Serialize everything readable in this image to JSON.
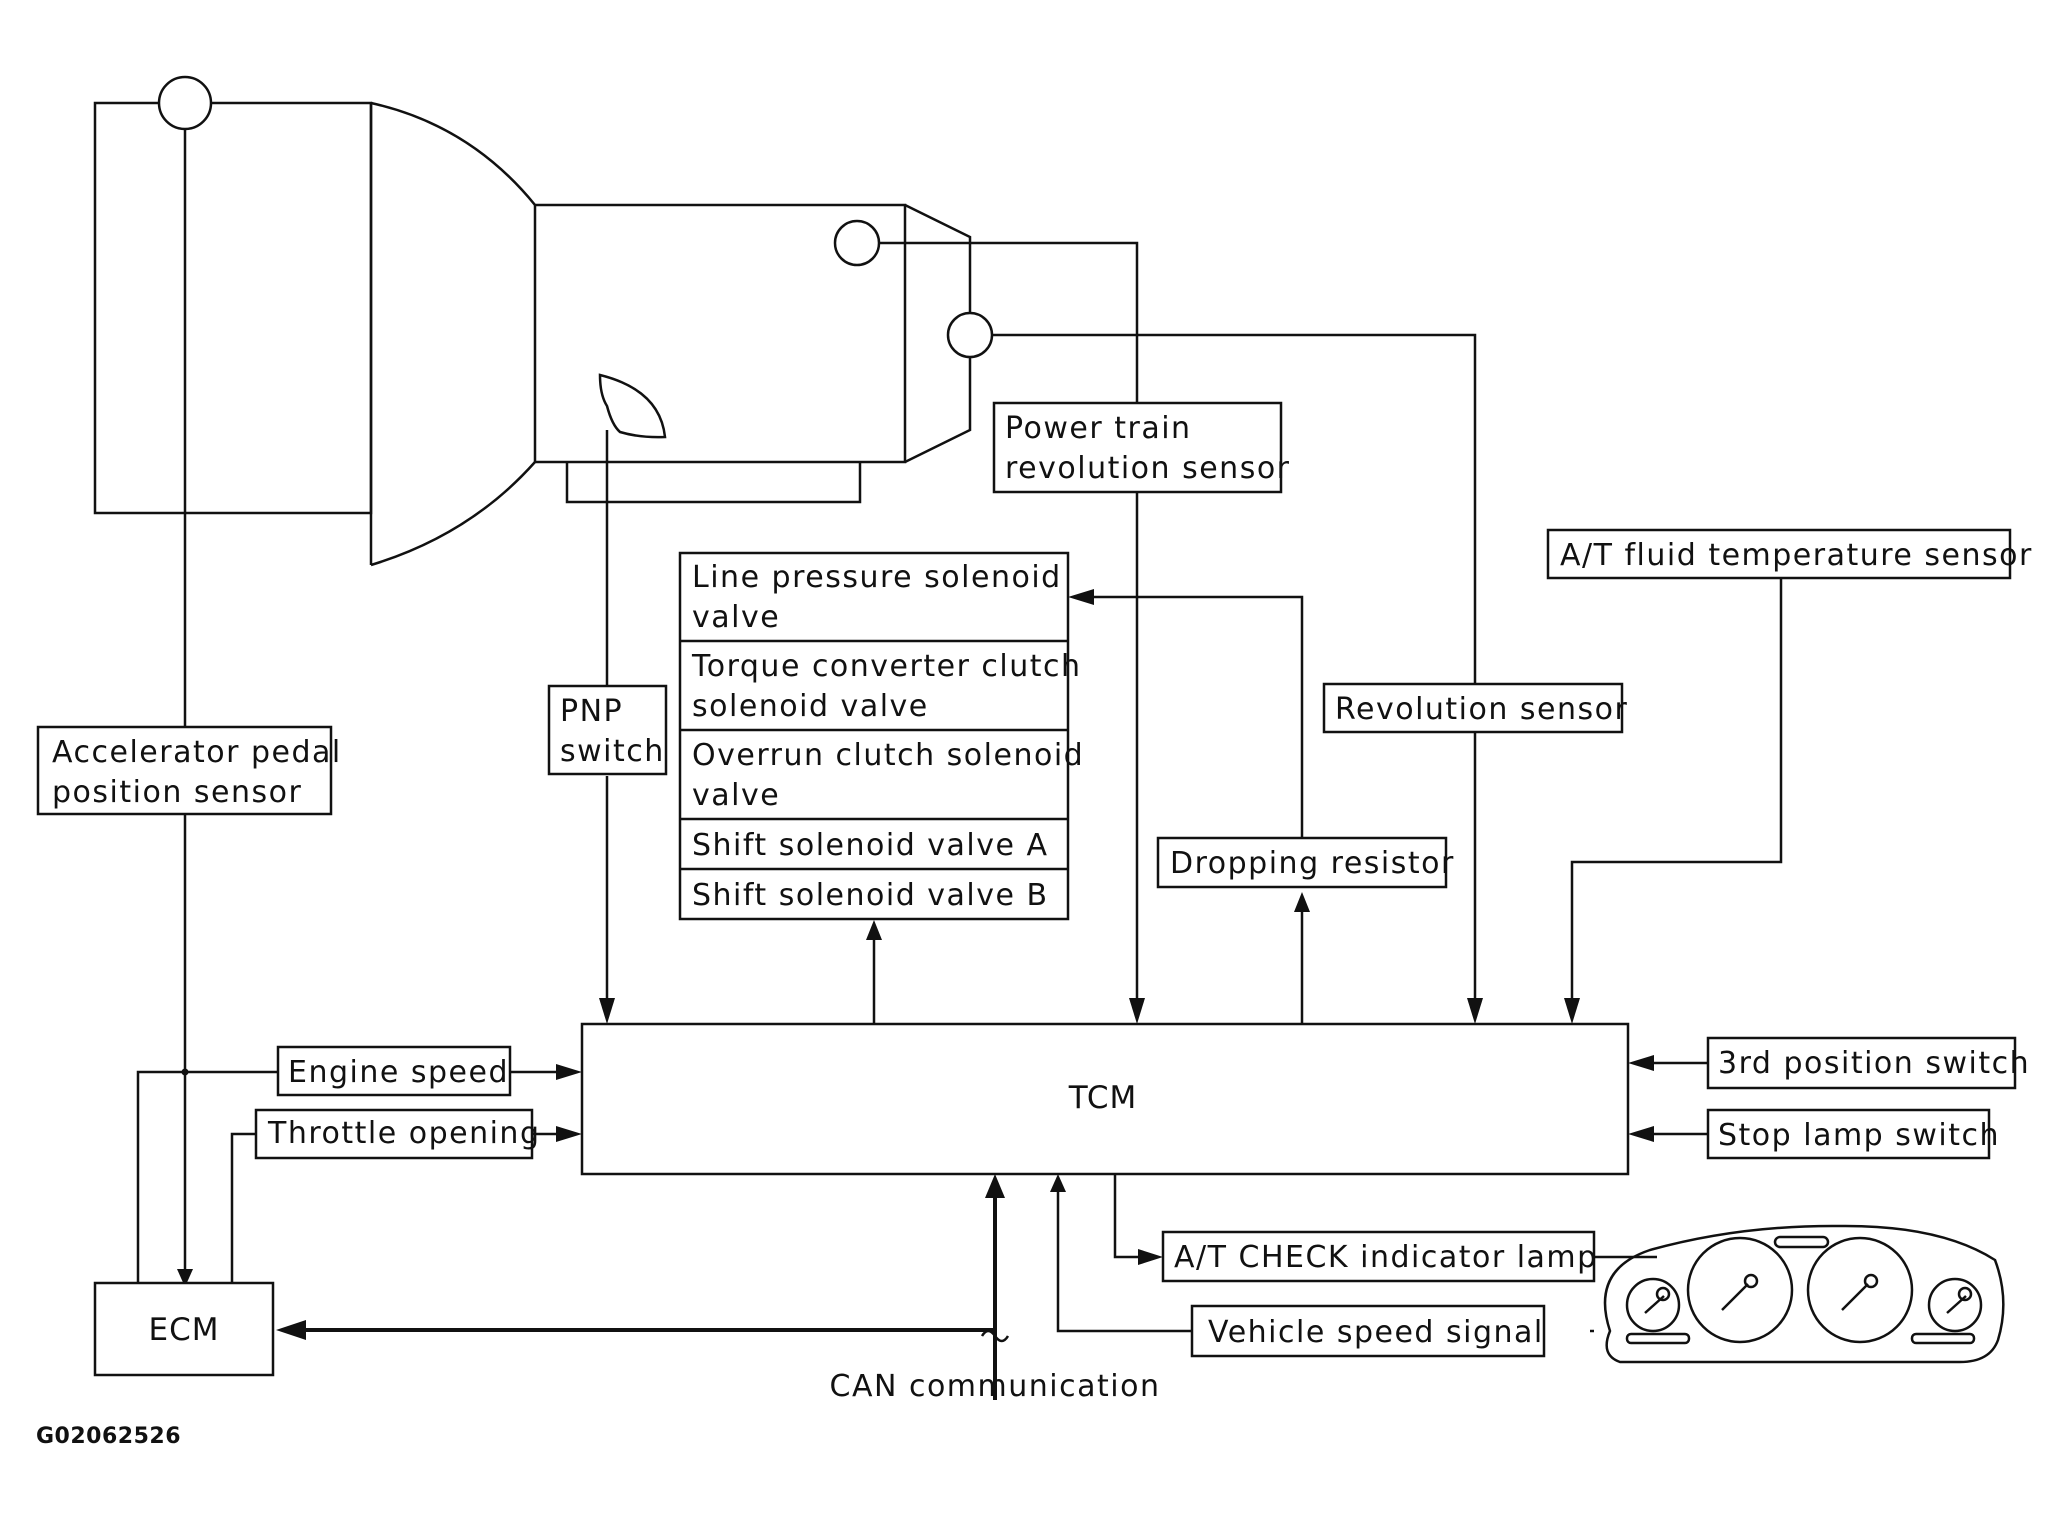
{
  "diagram": {
    "sensors": {
      "accelerator": [
        "Accelerator pedal",
        "position sensor"
      ],
      "pnp": [
        "PNP",
        "switch"
      ],
      "powertrain": [
        "Power train",
        "revolution sensor"
      ],
      "revolution": "Revolution sensor",
      "fluid_temp": "A/T fluid temperature sensor",
      "dropping_resistor": "Dropping resistor",
      "third_position": "3rd position switch",
      "stop_lamp": "Stop lamp switch"
    },
    "valves": {
      "line_pressure": [
        "Line pressure solenoid",
        "valve"
      ],
      "torque_converter": [
        "Torque converter clutch",
        "solenoid valve"
      ],
      "overrun": [
        "Overrun clutch solenoid",
        "valve"
      ],
      "shift_a": "Shift solenoid valve A",
      "shift_b": "Shift solenoid valve B"
    },
    "tcm": "TCM",
    "ecm": "ECM",
    "signals": {
      "engine_speed": "Engine speed",
      "throttle_opening": "Throttle opening",
      "at_check": "A/T CHECK indicator lamp",
      "vehicle_speed": "Vehicle speed signal",
      "can": "CAN communication"
    },
    "figure_code": "G02062526"
  }
}
